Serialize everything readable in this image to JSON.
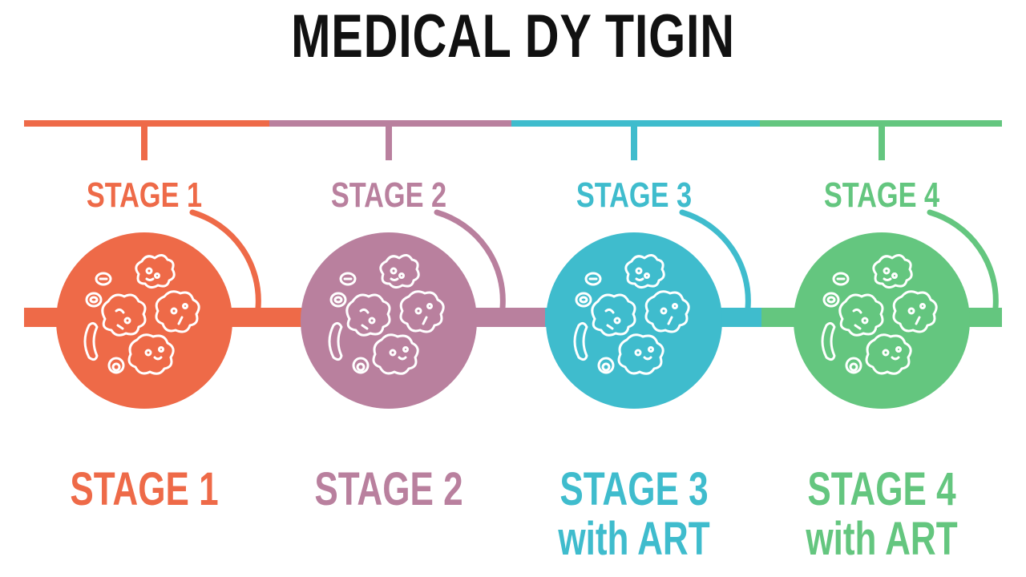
{
  "title": "MEDICAL DY TIGIN",
  "colors": {
    "stage1": "#ee6a48",
    "stage2": "#b9809e",
    "stage3": "#3fbccd",
    "stage4": "#64c67f",
    "title": "#111111"
  },
  "stages": [
    {
      "top_label": "STAGE 1",
      "bottom_label": "STAGE 1",
      "bottom_sublabel": "",
      "icon": "cell-cluster-icon"
    },
    {
      "top_label": "STAGE 2",
      "bottom_label": "STAGE 2",
      "bottom_sublabel": "",
      "icon": "cell-cluster-icon"
    },
    {
      "top_label": "STAGE 3",
      "bottom_label": "STAGE 3",
      "bottom_sublabel": "with ART",
      "icon": "cell-cluster-icon"
    },
    {
      "top_label": "STAGE 4",
      "bottom_label": "STAGE 4",
      "bottom_sublabel": "with ART",
      "icon": "cell-cluster-icon"
    }
  ]
}
